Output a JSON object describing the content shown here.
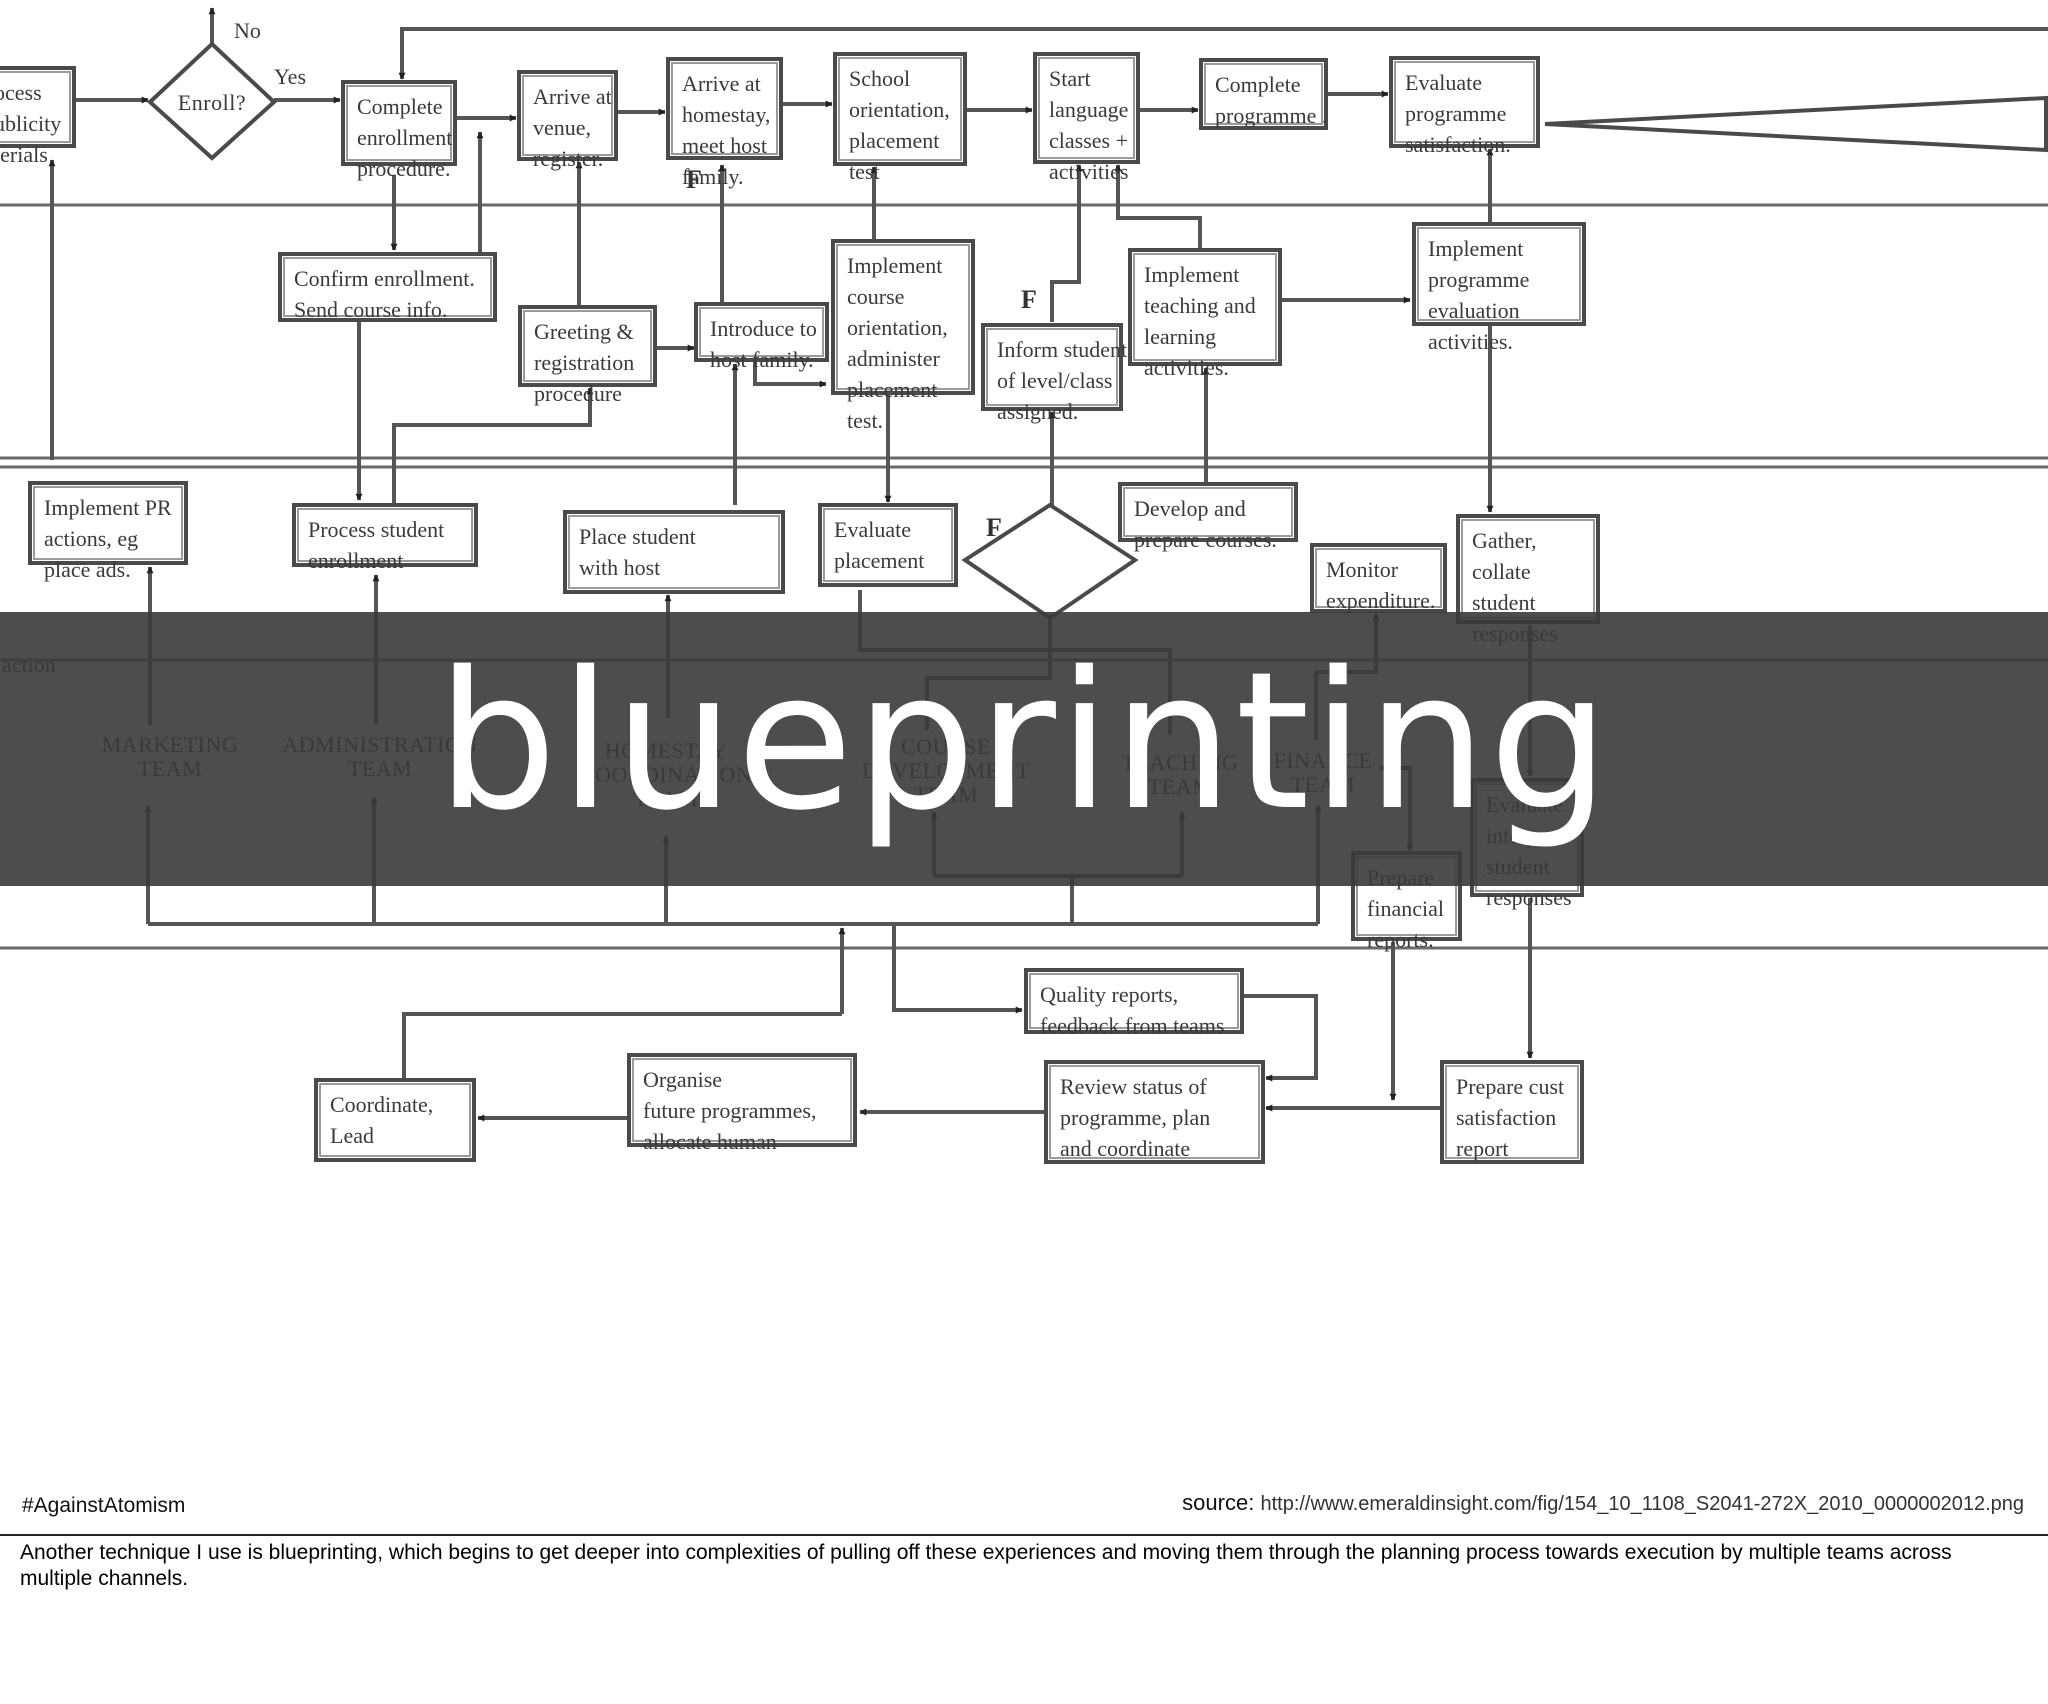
{
  "slide": {
    "title": "blueprinting",
    "hashtag": "#AgainstAtomism",
    "source_label": "source:",
    "source_url": "http://www.emeraldinsight.com/fig/154_10_1108_S2041-272X_2010_0000002012.png"
  },
  "notes": "Another technique I use is blueprinting, which begins to get deeper into complexities of pulling off these experiences and moving them through the planning process towards execution by multiple teams across multiple channels.",
  "diagram": {
    "decision": {
      "label": "Enroll?",
      "no": "No",
      "yes": "Yes"
    },
    "fail_marker": "F",
    "lane_fragment": "action",
    "customer_steps": [
      {
        "lines": [
          "ocess",
          "ublicity",
          "terials"
        ]
      },
      {
        "lines": [
          "Complete",
          "enrollment",
          "procedure."
        ]
      },
      {
        "lines": [
          "Arrive at",
          "venue,",
          "register."
        ]
      },
      {
        "lines": [
          "Arrive at",
          "homestay,",
          "meet host",
          "family."
        ]
      },
      {
        "lines": [
          "School",
          "orientation,",
          "placement",
          "test"
        ]
      },
      {
        "lines": [
          "Start",
          "language",
          "classes +",
          "activities"
        ]
      },
      {
        "lines": [
          "Complete",
          "programme ."
        ]
      },
      {
        "lines": [
          "Evaluate",
          "programme",
          "satisfaction."
        ]
      }
    ],
    "frontstage_steps": [
      {
        "lines": [
          "Confirm enrollment.",
          "Send course info."
        ]
      },
      {
        "lines": [
          "Greeting &",
          "registration",
          "procedure"
        ]
      },
      {
        "lines": [
          "Introduce to",
          "host family."
        ]
      },
      {
        "lines": [
          "Implement",
          "course",
          "orientation,",
          "administer",
          "placement",
          "test."
        ]
      },
      {
        "lines": [
          "Inform student",
          "of level/class",
          "assigned."
        ]
      },
      {
        "lines": [
          "Implement",
          "teaching and",
          "learning",
          "activities."
        ]
      },
      {
        "lines": [
          "Implement",
          "programme",
          "evaluation",
          "activities."
        ]
      }
    ],
    "backstage_steps": [
      {
        "lines": [
          "Implement PR",
          "actions, eg",
          "place ads."
        ]
      },
      {
        "lines": [
          "Process student",
          "enrollment"
        ]
      },
      {
        "lines": [
          "Place student",
          "with host"
        ]
      },
      {
        "lines": [
          "Evaluate",
          "placement"
        ]
      },
      {
        "lines": [
          "Develop and",
          "prepare courses."
        ]
      },
      {
        "lines": [
          "Monitor",
          "expenditure."
        ]
      },
      {
        "lines": [
          "Gather,",
          "collate",
          "student",
          "responses"
        ]
      }
    ],
    "teams": [
      {
        "lines": [
          "MARKETING",
          "TEAM"
        ]
      },
      {
        "lines": [
          "ADMINISTRATION",
          "TEAM"
        ]
      },
      {
        "lines": [
          "HOMESTAY",
          "COORDINATION",
          "TEAM"
        ]
      },
      {
        "lines": [
          "COURSE",
          "DEVELOPMENT",
          "TEAM"
        ]
      },
      {
        "lines": [
          "TEACHING",
          "TEAM"
        ]
      },
      {
        "lines": [
          "FINANCE",
          "TEAM"
        ]
      }
    ],
    "support_steps": [
      {
        "lines": [
          "Prepare",
          "financial",
          "reports."
        ]
      },
      {
        "lines": [
          "Evaluate",
          "interpret",
          "student",
          "responses"
        ]
      },
      {
        "lines": [
          "Quality reports,",
          "feedback from teams"
        ]
      },
      {
        "lines": [
          "Review status of",
          "programme,  plan",
          "and coordinate"
        ]
      },
      {
        "lines": [
          "Organise",
          "future programmes,",
          "allocate human"
        ]
      },
      {
        "lines": [
          "Coordinate,",
          "Lead"
        ]
      },
      {
        "lines": [
          "Prepare cust",
          "satisfaction",
          "report"
        ]
      }
    ]
  }
}
